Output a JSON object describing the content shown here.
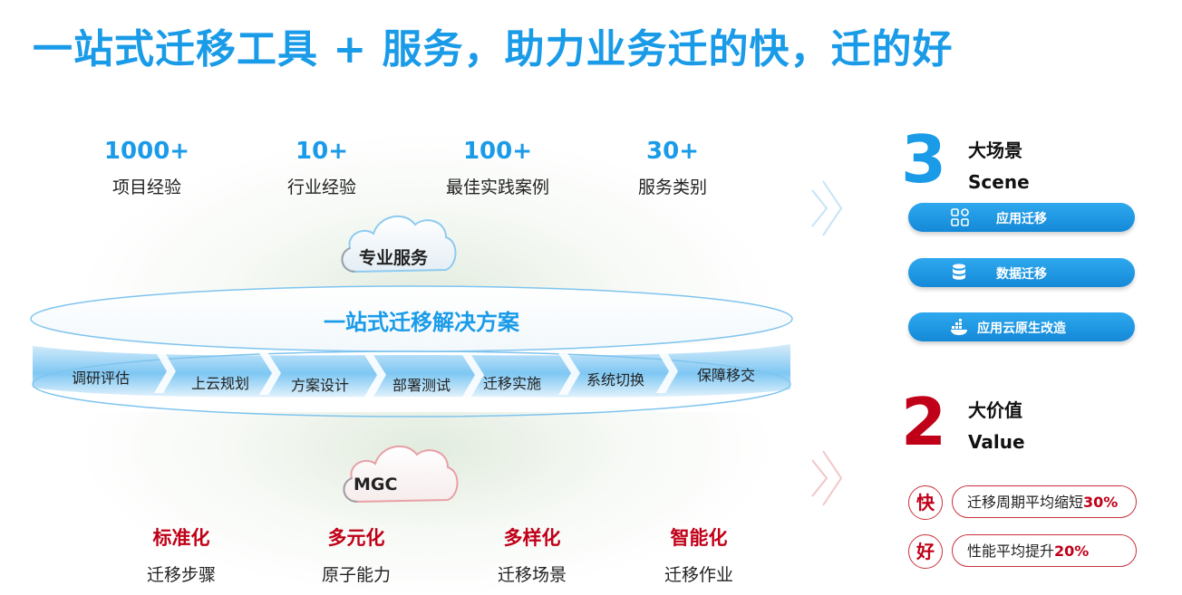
{
  "title": "一站式迁移工具 + 服务，助力业务迁的快，迁的好",
  "stats": [
    {
      "value": "1000+",
      "label": "项目经验"
    },
    {
      "value": "10+",
      "label": "行业经验"
    },
    {
      "value": "100+",
      "label": "最佳实践案例"
    },
    {
      "value": "30+",
      "label": "服务类别"
    }
  ],
  "service_cloud": "专业服务",
  "solution_title": "一站式迁移解决方案",
  "steps": [
    "调研评估",
    "上云规划",
    "方案设计",
    "部署测试",
    "迁移实施",
    "系统切换",
    "保障移交"
  ],
  "tool_cloud": "MGC",
  "traits": [
    {
      "head": "标准化",
      "sub": "迁移步骤"
    },
    {
      "head": "多元化",
      "sub": "原子能力"
    },
    {
      "head": "多样化",
      "sub": "迁移场景"
    },
    {
      "head": "智能化",
      "sub": "迁移作业"
    }
  ],
  "scenes": {
    "number": "3",
    "title_cn": "大场景",
    "title_en": "Scene",
    "color": "#1a9be8",
    "items": [
      {
        "label": "应用迁移",
        "icon": "apps-grid-icon"
      },
      {
        "label": "数据迁移",
        "icon": "database-icon"
      },
      {
        "label": "应用云原生改造",
        "icon": "container-ship-icon"
      }
    ]
  },
  "values": {
    "number": "2",
    "title_cn": "大价值",
    "title_en": "Value",
    "color": "#c00018",
    "items": [
      {
        "badge": "快",
        "text": "迁移周期平均缩短",
        "highlight": "30%"
      },
      {
        "badge": "好",
        "text": "性能平均提升",
        "highlight": "20%"
      }
    ]
  }
}
